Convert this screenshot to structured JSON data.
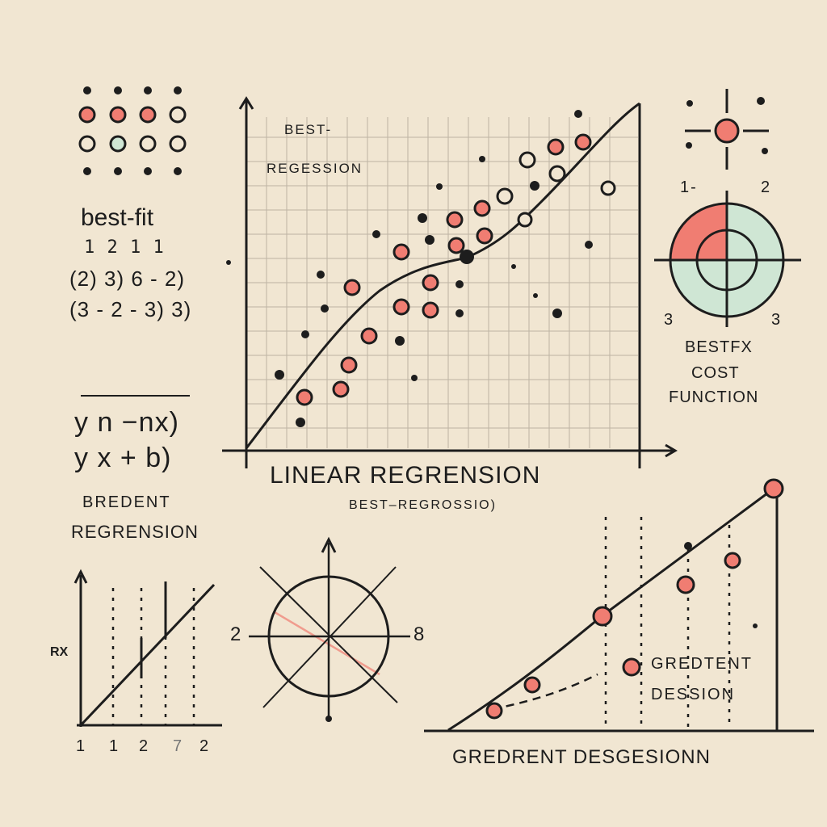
{
  "colors": {
    "background": "#f1e6d2",
    "ink": "#1d1d1d",
    "accent_red": "#f07d72",
    "accent_green": "#cfe6d4",
    "grid": "#bdb3a3"
  },
  "legend_block": {
    "title": "best-fit",
    "row1": "1  2  1  1",
    "row2": "(2) 3)  6 - 2)",
    "row3": "(3 - 2 - 3) 3)"
  },
  "equations": {
    "line1": "y n −nx)",
    "line2": "y x + b)",
    "caption_line1": "BRЕDENT",
    "caption_line2": "REGRENSION"
  },
  "main_plot": {
    "title": "LINEAR REGRENSION",
    "subtitle": "BEST–REGROSSIO)",
    "inner_label_1": "BEST-",
    "inner_label_2": "REGESSION"
  },
  "cost_function": {
    "num_left_top": "1-",
    "num_right_top": "2",
    "num_left_bottom": "3",
    "num_right_bottom": "3",
    "label_1": "BESTFX",
    "label_2": "COST",
    "label_3": "FUNCTION"
  },
  "small_plot": {
    "y_label": "RX",
    "x_ticks": [
      "1",
      "1",
      "2",
      "7",
      "2"
    ]
  },
  "circle_diagram": {
    "left_label": "2",
    "right_label": "8"
  },
  "gradient_plot": {
    "title": "GREDRENT DESGESIONN",
    "inner_label_1": "GREDTENT",
    "inner_label_2": "DESSION"
  }
}
